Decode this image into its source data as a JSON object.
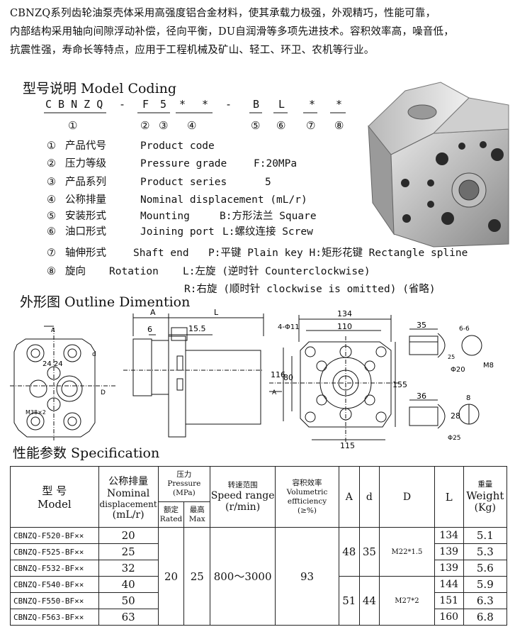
{
  "intro": {
    "line1": "CBNZQ系列齿轮油泵壳体采用高强度铝合金材料，使其承载力极强，外观精巧，性能可靠，",
    "line2": "内部结构采用轴向间隙浮动补偿，径向平衡，DU自润滑等多项先进技术。容积效率高，噪音低，",
    "line3": "抗震性强，寿命长等特点，应用于工程机械及矿山、轻工、环卫、农机等行业。"
  },
  "model_coding": {
    "title": "型号说明 Model Coding",
    "code_chars": [
      "C B N Z Q",
      "-",
      "F",
      "5",
      "*",
      "*",
      "-",
      "B",
      "L",
      "*",
      "*"
    ],
    "circles": [
      "①",
      "②",
      "③",
      "④",
      "⑤",
      "⑥",
      "⑦",
      "⑧"
    ],
    "items": [
      {
        "num": "①",
        "cn": "产品代号",
        "en": "Product    code",
        "extra": ""
      },
      {
        "num": "②",
        "cn": "压力等级",
        "en": "Pressure    grade",
        "extra": "F:20MPa"
      },
      {
        "num": "③",
        "cn": "产品系列",
        "en": "Product    series",
        "extra": "5"
      },
      {
        "num": "④",
        "cn": "公称排量",
        "en": "Nominal   displacement (mL/r)",
        "extra": ""
      },
      {
        "num": "⑤",
        "cn": "安装形式",
        "en": "Mounting",
        "extra": "B:方形法兰   Square"
      },
      {
        "num": "⑥",
        "cn": "油口形式",
        "en": "Joining port",
        "extra": "L:螺纹连接 Screw"
      },
      {
        "num": "⑦",
        "cn": "轴伸形式",
        "en": "Shaft end",
        "extra": "P:平键 Plain key    H:矩形花键   Rectangle spline"
      },
      {
        "num": "⑧",
        "cn": "旋向",
        "en": "Rotation",
        "extra": "L:左旋  (逆时针   Counterclockwise)"
      }
    ],
    "rotation_right": "R:右旋  (顺时针   clockwise   is   omitted) (省略)"
  },
  "outline": {
    "title": "外形图 Outline Dimention",
    "dims": {
      "A": "A",
      "L": "L",
      "d6": "6",
      "d155": "15.5",
      "d134": "134",
      "d110": "110",
      "hole": "4-Φ11",
      "d116": "116",
      "d80": "80",
      "d155v": "155",
      "d115": "115",
      "d2424": "24  24",
      "d_mark": "d",
      "D18": "D",
      "m38": "M38×2",
      "k35": "35",
      "spline": "6-6",
      "m8": "M8",
      "d25": "25",
      "d20": "Φ20",
      "k36": "36",
      "k8": "8",
      "k28": "28",
      "d25b": "Φ25"
    }
  },
  "spec": {
    "title": "性能参数 Specification",
    "headers": {
      "model_cn": "型 号",
      "model_en": "Model",
      "disp_cn": "公称排量",
      "disp_en1": "Nominal",
      "disp_en2": "displacement",
      "disp_unit": "(mL/r)",
      "pressure_cn": "压力",
      "pressure_en": "Pressure",
      "pressure_unit": "(MPa)",
      "rated_cn": "额定",
      "rated_en": "Rated",
      "max_cn": "最高",
      "max_en": "Max",
      "speed_cn": "转速范围",
      "speed_en": "Speed range",
      "speed_unit": "(r/min)",
      "vol_cn": "容积效率",
      "vol_en1": "Volumetric",
      "vol_en2": "effticiency",
      "vol_unit": "(≥%)",
      "A": "A",
      "d": "d",
      "D": "D",
      "L": "L",
      "weight_cn": "重量",
      "weight_en": "Weight",
      "weight_unit": "(Kg)"
    },
    "rows": [
      {
        "model": "CBNZQ-F520-BF××",
        "disp": "20",
        "L": "134",
        "weight": "5.1"
      },
      {
        "model": "CBNZQ-F525-BF××",
        "disp": "25",
        "L": "139",
        "weight": "5.3"
      },
      {
        "model": "CBNZQ-F532-BF××",
        "disp": "32",
        "L": "139",
        "weight": "5.6"
      },
      {
        "model": "CBNZQ-F540-BF××",
        "disp": "40",
        "L": "144",
        "weight": "5.9"
      },
      {
        "model": "CBNZQ-F550-BF××",
        "disp": "50",
        "L": "151",
        "weight": "6.3"
      },
      {
        "model": "CBNZQ-F563-BF××",
        "disp": "63",
        "L": "160",
        "weight": "6.8"
      }
    ],
    "rated": "20",
    "max": "25",
    "speed": "800～3000",
    "vol": "93",
    "groupA": {
      "A": "48",
      "d": "35",
      "D": "M22*1.5"
    },
    "groupB": {
      "A": "51",
      "d": "44",
      "D": "M27*2"
    }
  }
}
